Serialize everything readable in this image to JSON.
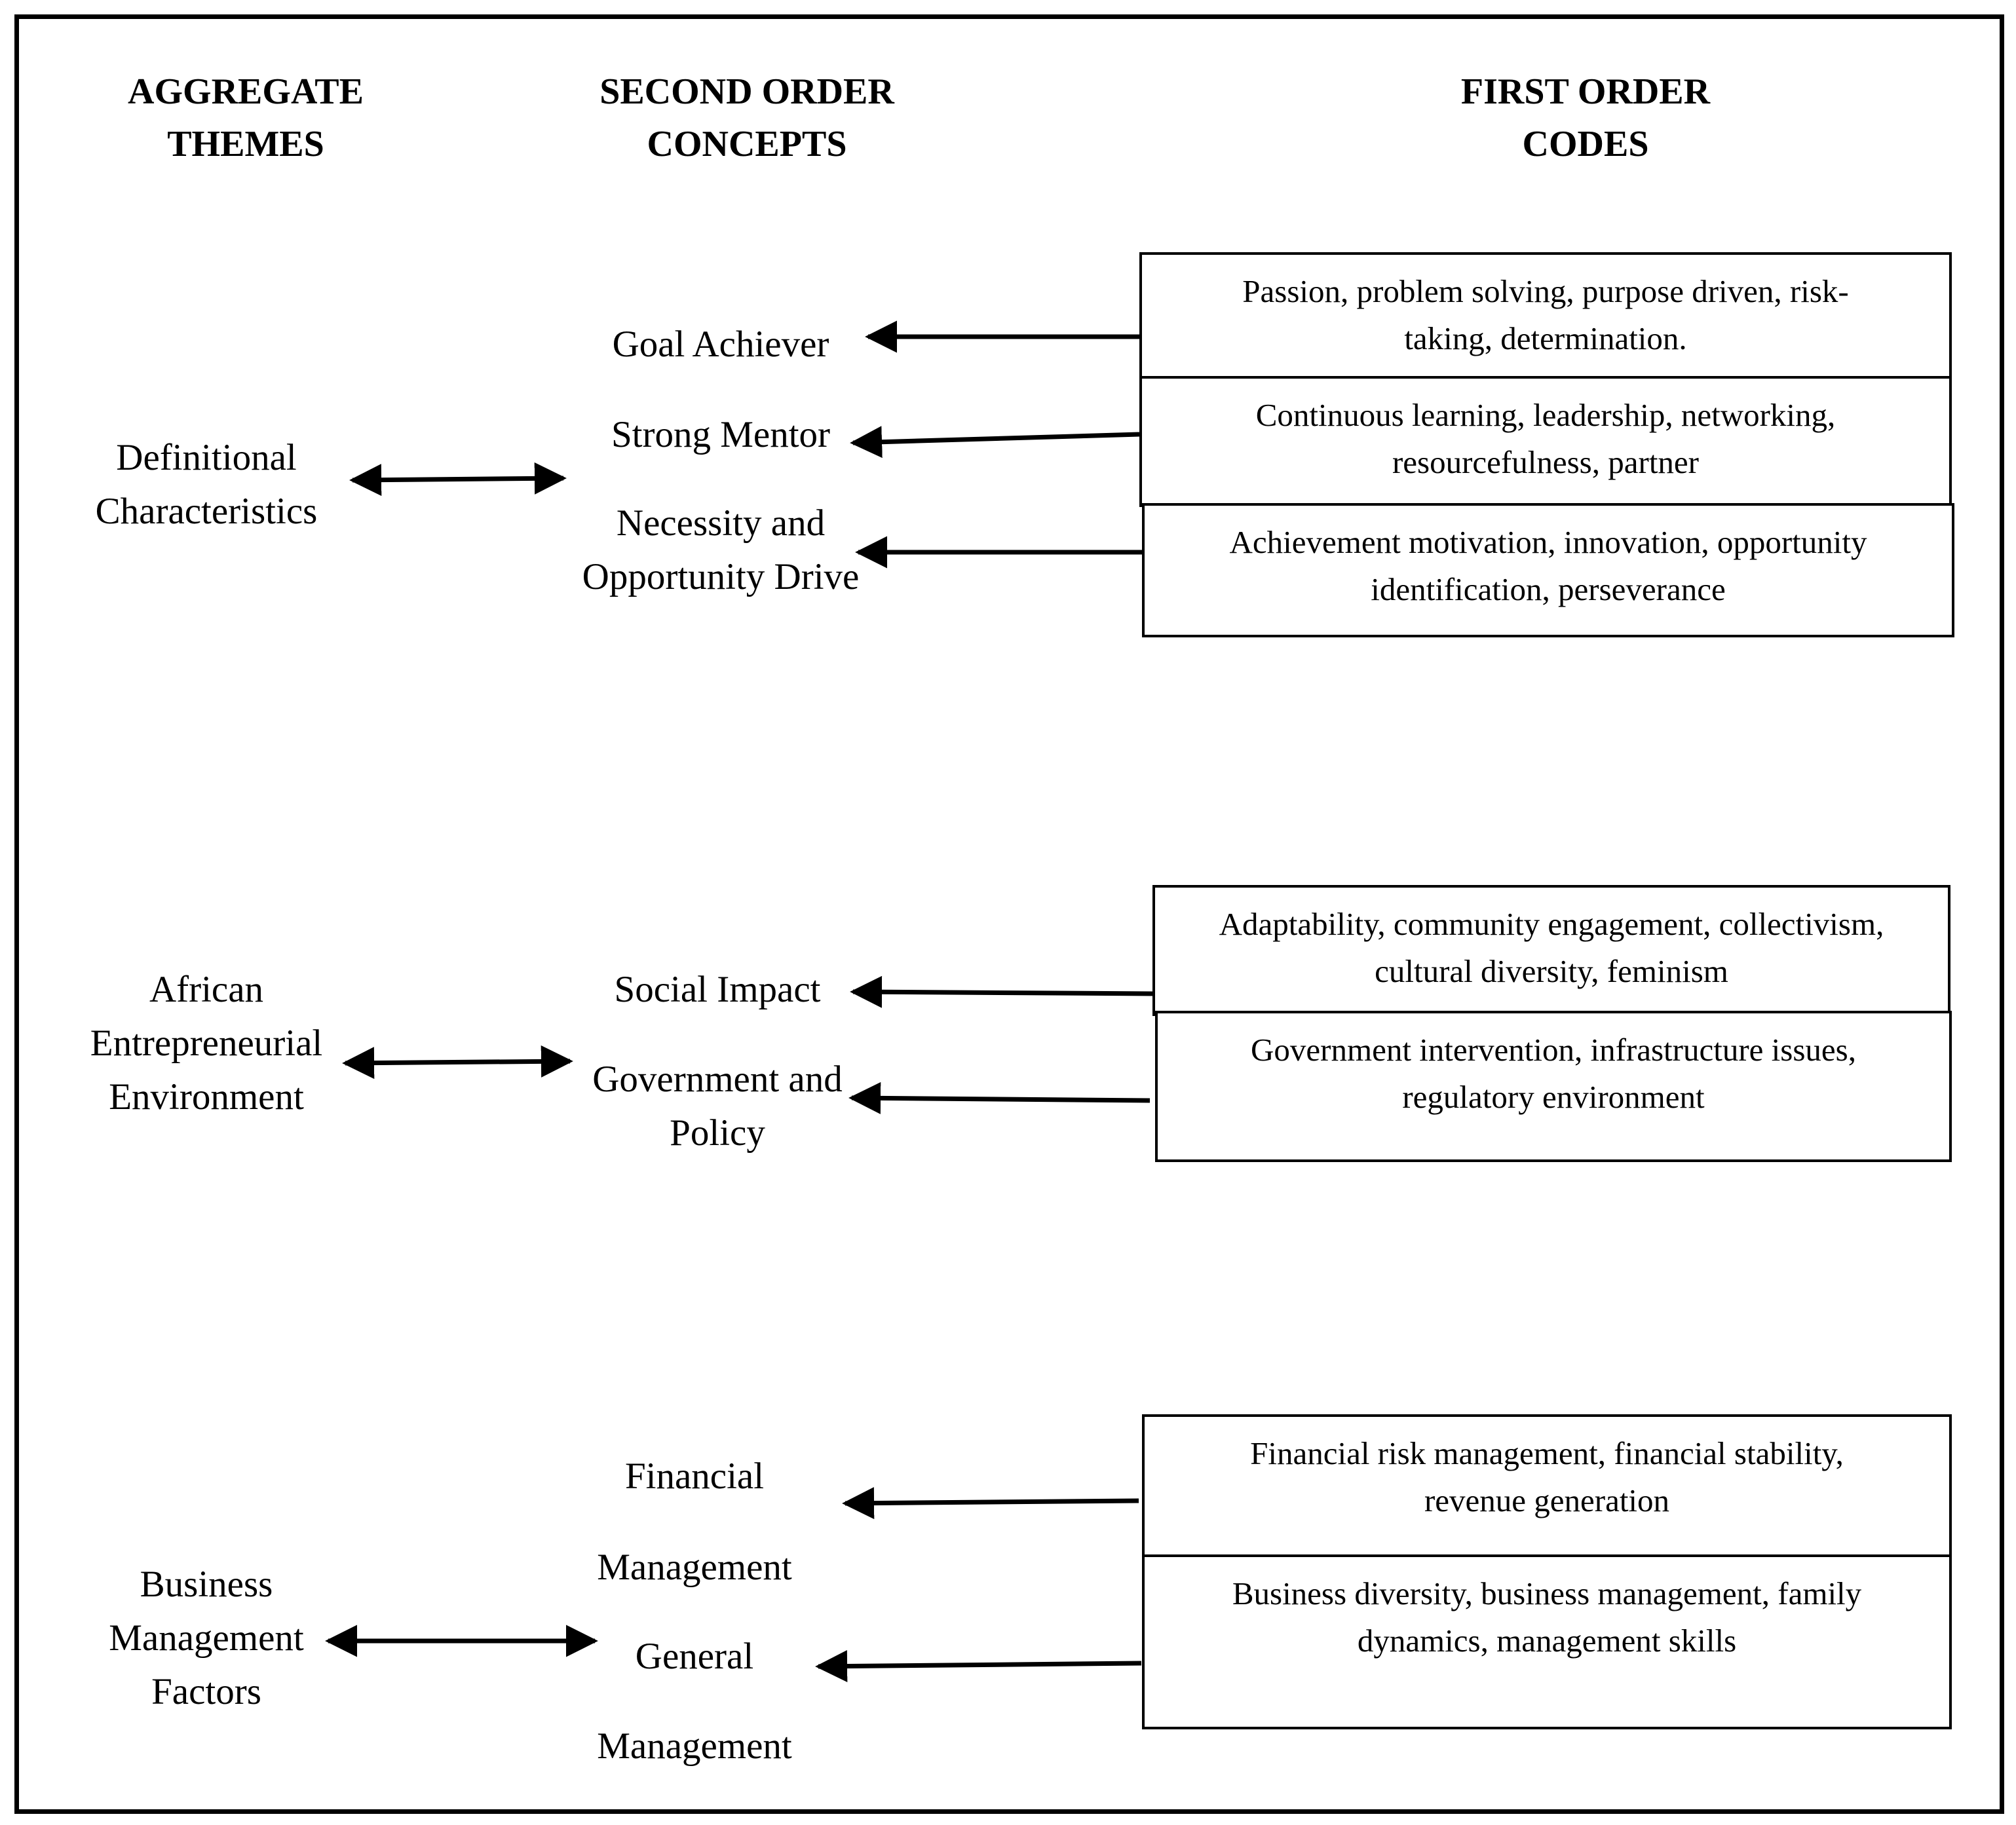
{
  "headers": {
    "aggregate": [
      "AGGREGATE",
      "THEMES"
    ],
    "second": [
      "SECOND ORDER",
      "CONCEPTS"
    ],
    "first": [
      "FIRST ORDER",
      "CODES"
    ]
  },
  "themes": [
    {
      "lines": [
        "Definitional",
        "Characteristics"
      ]
    },
    {
      "lines": [
        "African",
        "Entrepreneurial",
        "Environment"
      ]
    },
    {
      "lines": [
        "Business",
        "Management",
        "Factors"
      ]
    }
  ],
  "concepts": [
    {
      "lines": [
        "Goal Achiever"
      ]
    },
    {
      "lines": [
        "Strong Mentor"
      ]
    },
    {
      "lines": [
        "Necessity and",
        "Opportunity Drive"
      ]
    },
    {
      "lines": [
        "Social Impact"
      ]
    },
    {
      "lines": [
        "Government and",
        "Policy"
      ]
    },
    {
      "lines": [
        "Financial"
      ]
    },
    {
      "lines": [
        "Management"
      ]
    },
    {
      "lines": [
        "General"
      ]
    },
    {
      "lines": [
        "Management"
      ]
    }
  ],
  "codes": [
    {
      "lines": [
        "Passion, problem solving, purpose driven, risk-",
        "taking, determination."
      ]
    },
    {
      "lines": [
        "Continuous learning, leadership, networking,",
        "resourcefulness, partner"
      ]
    },
    {
      "lines": [
        "Achievement motivation, innovation, opportunity",
        "identification, perseverance"
      ]
    },
    {
      "lines": [
        "Adaptability, community engagement, collectivism,",
        "cultural diversity, feminism"
      ]
    },
    {
      "lines": [
        "Government intervention, infrastructure issues,",
        "regulatory environment"
      ]
    },
    {
      "lines": [
        "Financial risk management, financial stability,",
        "revenue generation"
      ]
    },
    {
      "lines": [
        "Business diversity, business management, family",
        "dynamics, management skills"
      ]
    }
  ]
}
